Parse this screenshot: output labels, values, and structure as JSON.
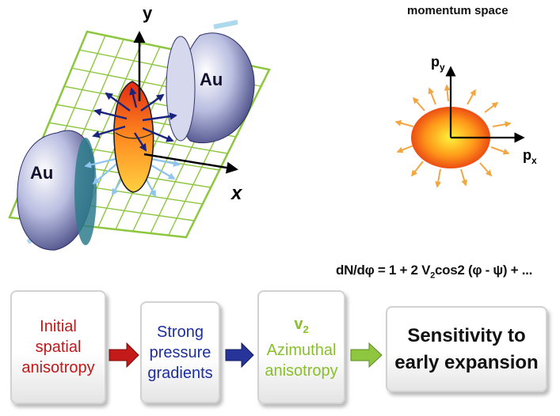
{
  "scene": {
    "nucleus_left_label": "Au",
    "nucleus_right_label": "Au",
    "axis_x_label": "x",
    "axis_y_label": "y"
  },
  "momentum": {
    "title": "momentum space",
    "py_label_base": "p",
    "py_label_sub": "y",
    "px_label_base": "p",
    "px_label_sub": "x"
  },
  "formula": {
    "part1": "dN/dφ = 1 + 2 V",
    "sub": "2",
    "part2": "cos2 (φ - ψ) + ..."
  },
  "flow": {
    "box1": {
      "lines": [
        "Initial",
        "spatial",
        "anisotropy"
      ],
      "color": "#c01818"
    },
    "box2": {
      "lines": [
        "Strong",
        "pressure",
        "gradients"
      ],
      "color": "#1c2ea0"
    },
    "box3": {
      "title_base": "v",
      "title_sub": "2",
      "lines": [
        "Azimuthal",
        "anisotropy"
      ],
      "color": "#88bf2a"
    },
    "box4": {
      "lines": [
        "Sensitivity to",
        "early expansion"
      ],
      "color": "#111111"
    }
  },
  "arrows": {
    "arrow1_color": "#c41a1a",
    "arrow2_color": "#27359a",
    "arrow3_color": "#8ec63f"
  }
}
